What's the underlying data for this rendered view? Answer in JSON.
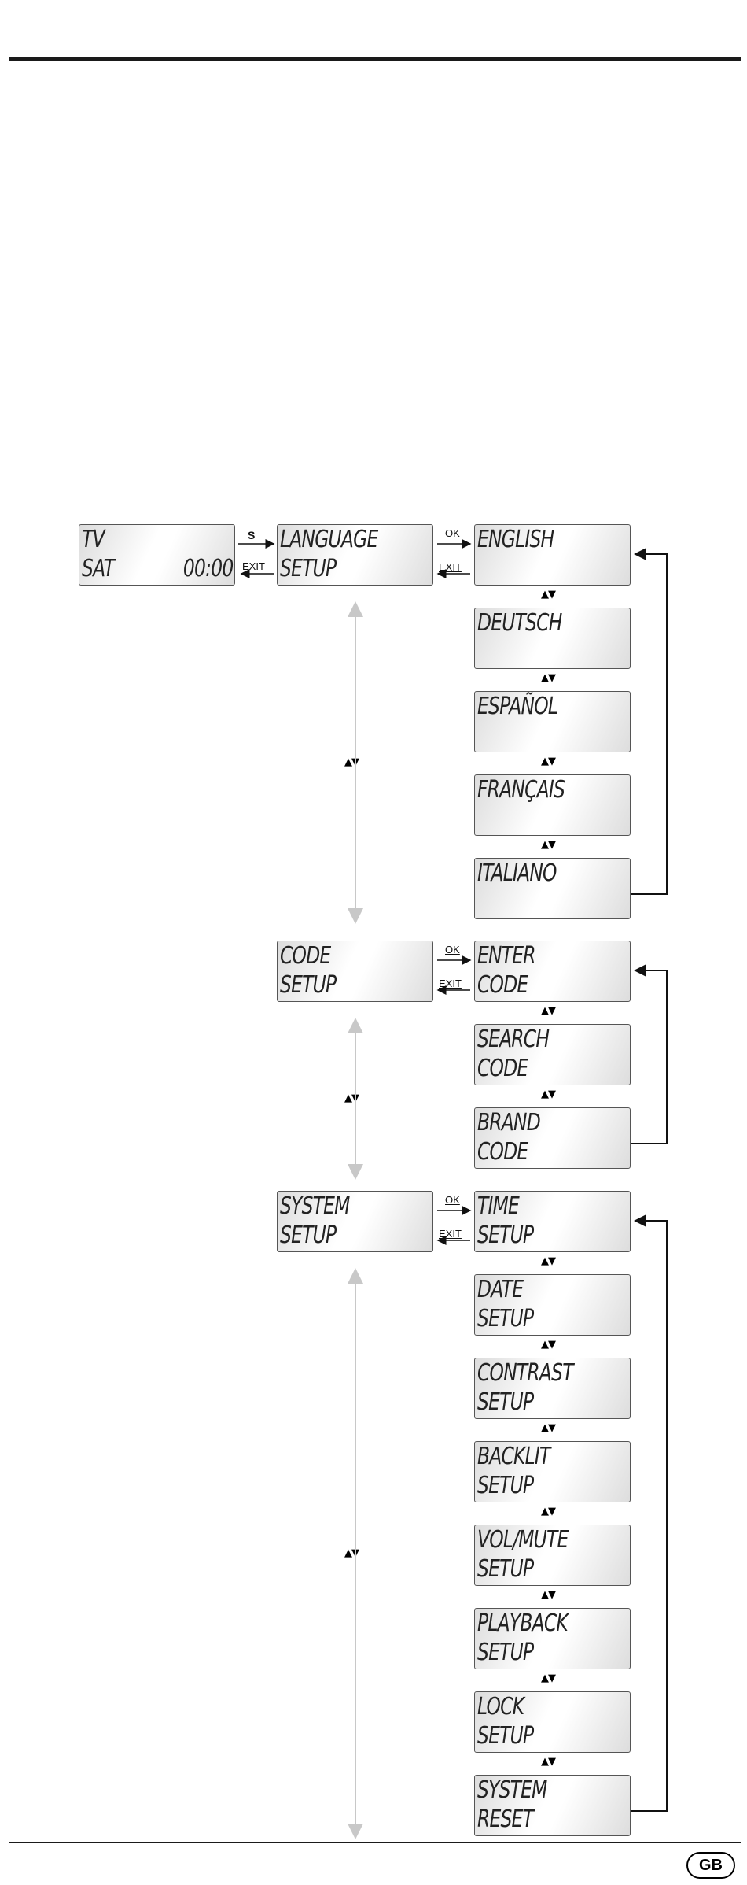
{
  "start_screen": {
    "line1": "TV",
    "line2": "SAT",
    "clock": "00:00"
  },
  "labels": {
    "s": "S",
    "ok": "OK",
    "exit": "EXIT",
    "updown": "▲▼"
  },
  "menus": [
    {
      "title": {
        "line1": "LANGUAGE",
        "line2": "SETUP"
      },
      "items": [
        {
          "line1": "ENGLISH",
          "line2": ""
        },
        {
          "line1": "DEUTSCH",
          "line2": ""
        },
        {
          "line1": "ESPAÑOL",
          "line2": ""
        },
        {
          "line1": "FRANÇAIS",
          "line2": ""
        },
        {
          "line1": "ITALIANO",
          "line2": ""
        }
      ]
    },
    {
      "title": {
        "line1": "CODE",
        "line2": "SETUP"
      },
      "items": [
        {
          "line1": "ENTER",
          "line2": "CODE"
        },
        {
          "line1": "SEARCH",
          "line2": "CODE"
        },
        {
          "line1": "BRAND",
          "line2": "CODE"
        }
      ]
    },
    {
      "title": {
        "line1": "SYSTEM",
        "line2": "SETUP"
      },
      "items": [
        {
          "line1": "TIME",
          "line2": "SETUP"
        },
        {
          "line1": "DATE",
          "line2": "SETUP"
        },
        {
          "line1": "CONTRAST",
          "line2": "SETUP"
        },
        {
          "line1": "BACKLIT",
          "line2": "SETUP"
        },
        {
          "line1": "VOL/MUTE",
          "line2": "SETUP"
        },
        {
          "line1": "PLAYBACK",
          "line2": "SETUP"
        },
        {
          "line1": "LOCK",
          "line2": "SETUP"
        },
        {
          "line1": "SYSTEM",
          "line2": "RESET"
        }
      ]
    }
  ],
  "footer": {
    "badge": "GB"
  },
  "colors": {
    "lcd_border": "#555555",
    "grey_arrow": "#c8c8c8",
    "rule": "#1a1a1a"
  }
}
